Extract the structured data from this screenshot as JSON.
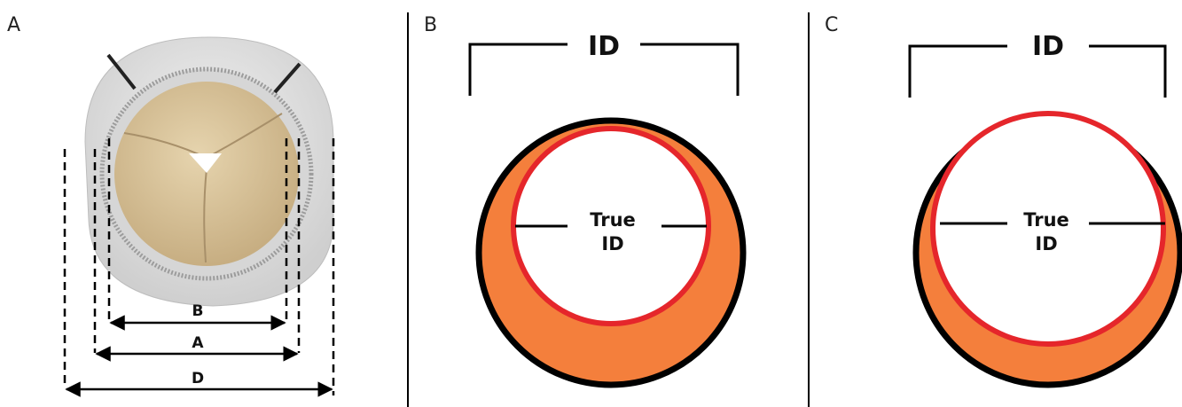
{
  "panels": {
    "a": {
      "letter": "A",
      "dimensions": [
        "B",
        "A",
        "D"
      ]
    },
    "b": {
      "letter": "B",
      "outer_label": "ID",
      "inner_label_line1": "True",
      "inner_label_line2": "ID"
    },
    "c": {
      "letter": "C",
      "outer_label": "ID",
      "inner_label_line1": "True",
      "inner_label_line2": "ID"
    }
  },
  "colors": {
    "ring_fill": "#f47f3c",
    "ring_outline": "#000000",
    "inner_red": "#e5262b",
    "cuff_gray": "#e4e4e4",
    "leaflet_tan": "#d9c49c"
  }
}
